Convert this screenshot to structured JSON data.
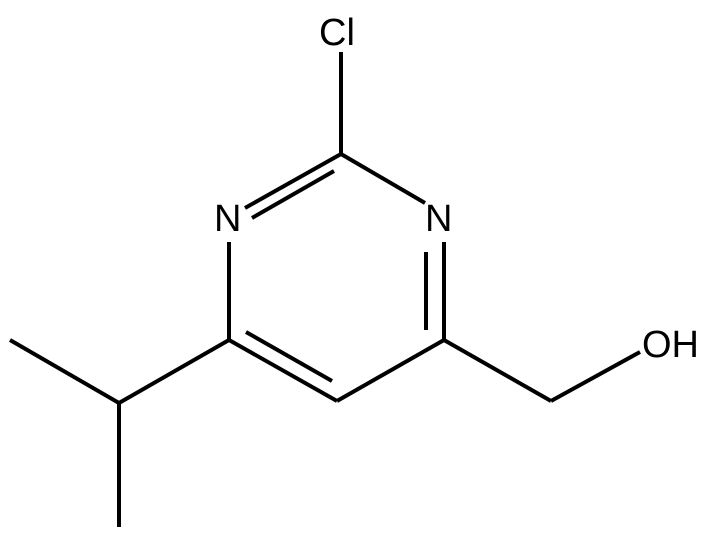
{
  "atoms": {
    "cl": "Cl",
    "n_left": "N",
    "n_right": "N",
    "oh": "OH"
  },
  "colors": {
    "bond": "#000000",
    "text": "#000000",
    "background": "#ffffff"
  }
}
